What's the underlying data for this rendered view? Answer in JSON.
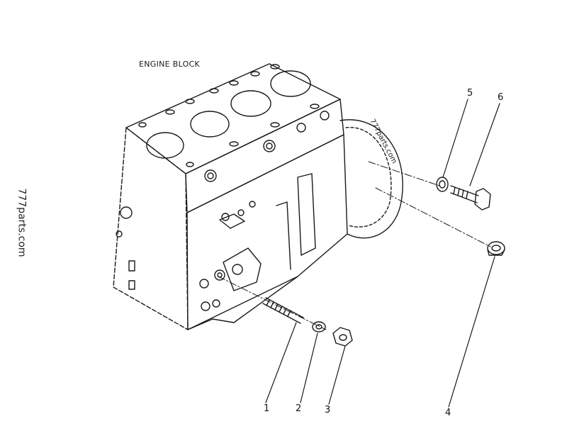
{
  "diagram": {
    "title": "ENGINE BLOCK",
    "watermark": "777parts.com",
    "stamp_text": "777parts.com",
    "callouts": [
      "1",
      "2",
      "3",
      "4",
      "5",
      "6"
    ],
    "ink_color": "#1a1a1a"
  }
}
